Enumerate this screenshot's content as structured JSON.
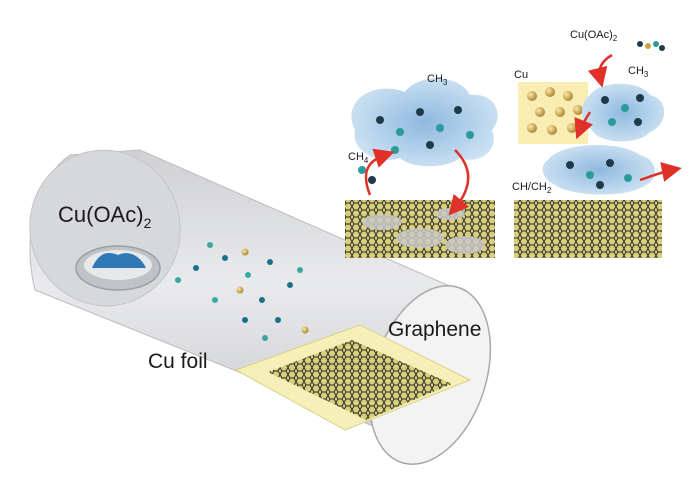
{
  "labels": {
    "precursor_main": "Cu(OAc)",
    "precursor_main_sub": "2",
    "cu_foil": "Cu foil",
    "graphene": "Graphene",
    "ch3_left": "CH",
    "ch3_left_sub": "3",
    "ch4": "CH",
    "ch4_sub": "4",
    "cu_inset": "Cu",
    "precursor_inset": "Cu(OAc)",
    "precursor_inset_sub": "2",
    "ch3_right": "CH",
    "ch3_right_sub": "3",
    "ch_ch2": "CH/CH",
    "ch_ch2_sub": "2"
  },
  "colors": {
    "tube": "#dcdde0",
    "cloud": "#a9cbe6",
    "cu_particle": "#c9a347",
    "foil": "#f4f0b8",
    "arrow": "#e0302a"
  }
}
